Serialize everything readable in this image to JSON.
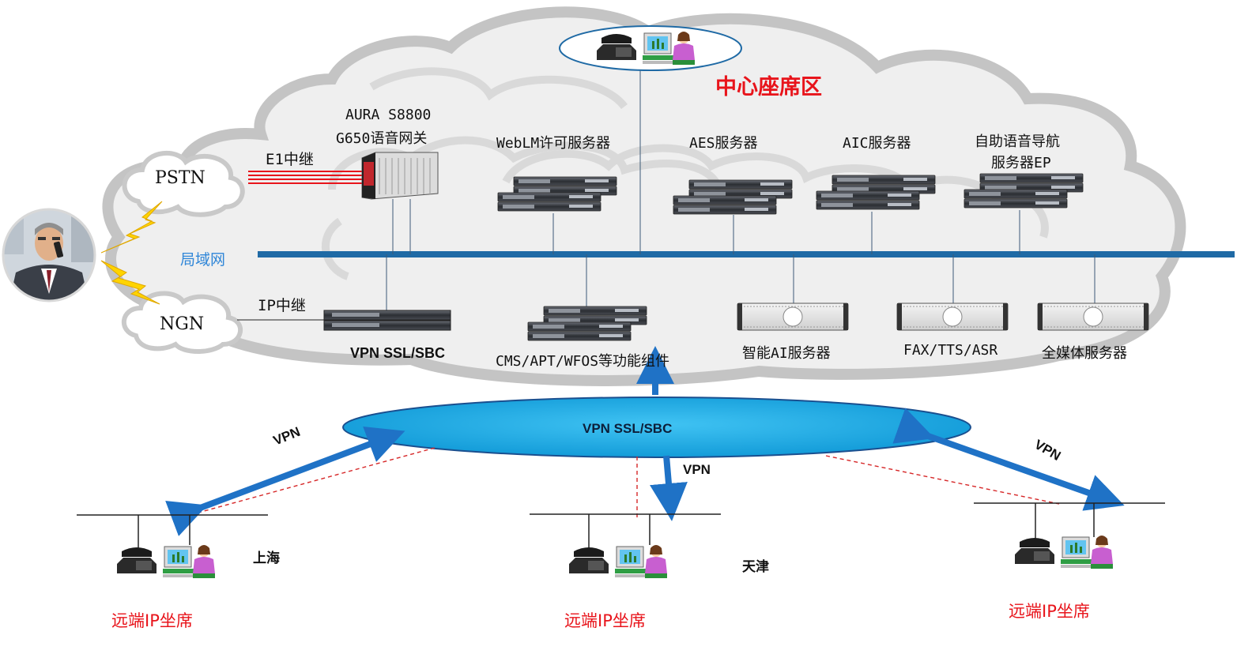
{
  "zone_title": "中心座席区",
  "pstn": "PSTN",
  "ngn": "NGN",
  "e1_trunk": "E1中继",
  "ip_trunk": "IP中继",
  "lan": "局域网",
  "gateway_label_1": "AURA S8800",
  "gateway_label_2": "G650语音网关",
  "servers_top": {
    "weblm": "WebLM许可服务器",
    "aes": "AES服务器",
    "aic": "AIC服务器",
    "ivr_1": "自助语音导航",
    "ivr_2": "服务器EP"
  },
  "servers_bottom": {
    "vpn_sbc": "VPN SSL/SBC",
    "cms": "CMS/APT/WFOS等功能组件",
    "ai": "智能AI服务器",
    "fax": "FAX/TTS/ASR",
    "omni": "全媒体服务器"
  },
  "vpn_cloud": "VPN SSL/SBC",
  "vpn_link": "VPN",
  "sites": {
    "shanghai": "上海",
    "tianjin": "天津"
  },
  "remote_agent": "远端IP坐席",
  "colors": {
    "cloud_fill": "#efefef",
    "cloud_stroke": "#c4c4c4",
    "lan_line": "#1f6aa5",
    "vpn_ellipse": "#16a5e3",
    "arrow": "#1f72c6",
    "title_red": "#e8141b",
    "lan_label": "#2f86d8"
  }
}
